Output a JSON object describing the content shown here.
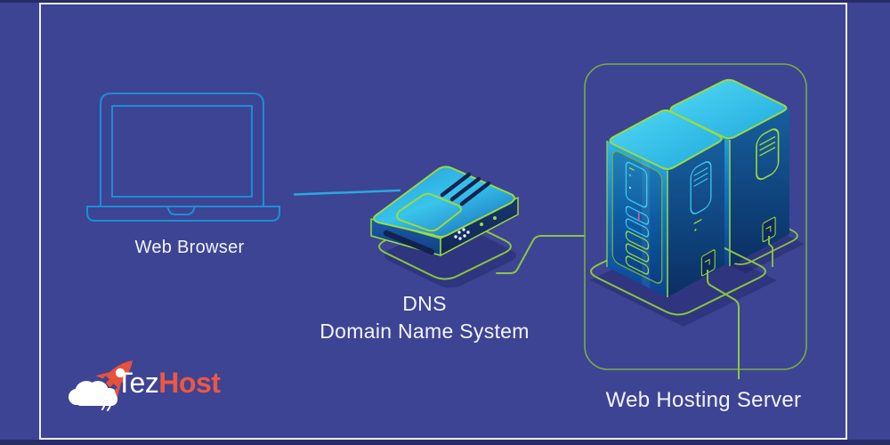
{
  "frame": {
    "border_color": "#eceef6",
    "background_color": "#3d4494",
    "edge_strip_color": "#272d68"
  },
  "diagram": {
    "nodes": [
      {
        "id": "web-browser",
        "label": "Web Browser",
        "icon": "laptop-icon"
      },
      {
        "id": "dns",
        "label_line1": "DNS",
        "label_line2": "Domain Name System",
        "icon": "dns-router-icon"
      },
      {
        "id": "web-hosting-server",
        "label": "Web Hosting Server",
        "icon": "server-towers-icon"
      }
    ],
    "connectors": [
      {
        "id": "browser-to-dns",
        "color": "#2aa9dc",
        "style": "straight"
      },
      {
        "id": "dns-to-server",
        "color": "#8dc63f",
        "style": "stepped"
      }
    ],
    "labels": {
      "web_browser": "Web Browser",
      "dns_line1": "DNS",
      "dns_line2": "Domain Name System",
      "web_hosting_server": "Web Hosting Server"
    }
  },
  "logo": {
    "brand_first": "Tez",
    "brand_second": "Host",
    "brand_first_color": "#ffffff",
    "brand_second_color": "#ee5742",
    "cloud_color": "#ffffff",
    "rocket_color": "#e8513b"
  },
  "colors": {
    "lime_accent": "#8dc63f",
    "lime_bright": "#9bdb3c",
    "cyan_accent": "#2fc3ec",
    "laptop_outline": "#1d8ed3",
    "server_container_border": "#79ad41",
    "dark_detail": "#13224f",
    "label_text": "#f2f4fa"
  },
  "icons": [
    "laptop-icon",
    "dns-router-icon",
    "server-towers-icon",
    "cloud-icon",
    "rocket-icon"
  ]
}
